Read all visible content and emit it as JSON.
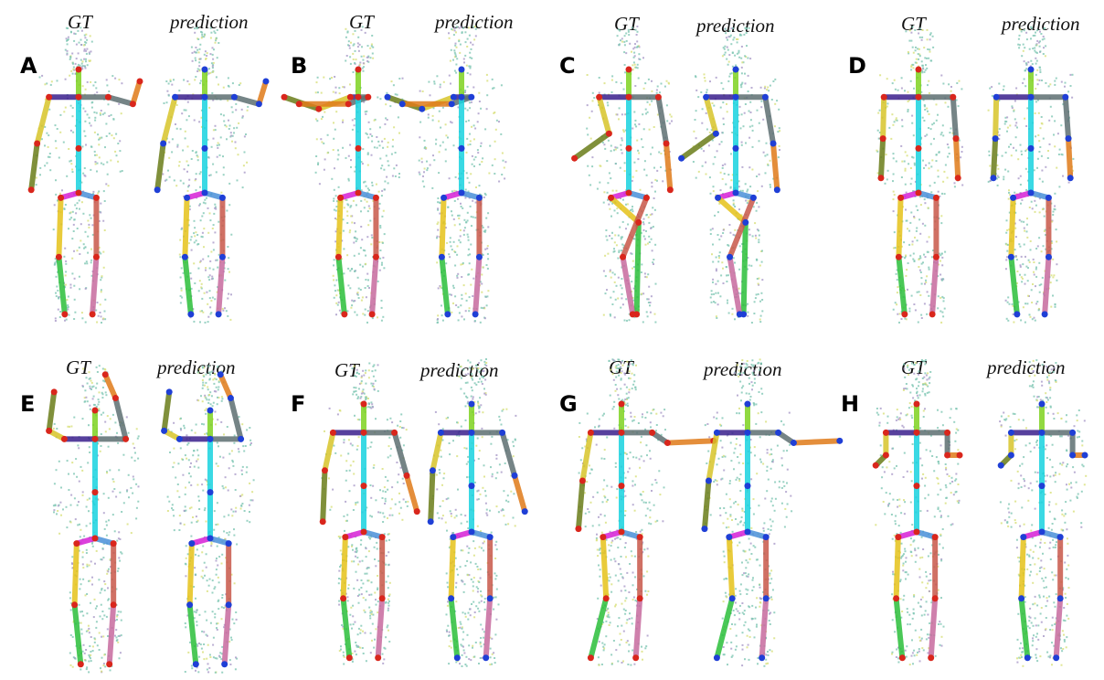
{
  "panels": [
    {
      "id": "A",
      "gt_label": "GT",
      "pred_label": "prediction"
    },
    {
      "id": "B",
      "gt_label": "GT",
      "pred_label": "prediction"
    },
    {
      "id": "C",
      "gt_label": "GT",
      "pred_label": "prediction"
    },
    {
      "id": "D",
      "gt_label": "GT",
      "pred_label": "prediction"
    },
    {
      "id": "E",
      "gt_label": "GT",
      "pred_label": "prediction"
    },
    {
      "id": "F",
      "gt_label": "GT",
      "pred_label": "prediction"
    },
    {
      "id": "G",
      "gt_label": "GT",
      "pred_label": "prediction"
    },
    {
      "id": "H",
      "gt_label": "GT",
      "pred_label": "prediction"
    }
  ],
  "colors": {
    "cloud_teal": "#7fc7b4",
    "cloud_purple": "#a99ac8",
    "cloud_yellow": "#d8e07a",
    "gt_joint": "#d9261c",
    "pred_joint": "#1f3fd6"
  }
}
